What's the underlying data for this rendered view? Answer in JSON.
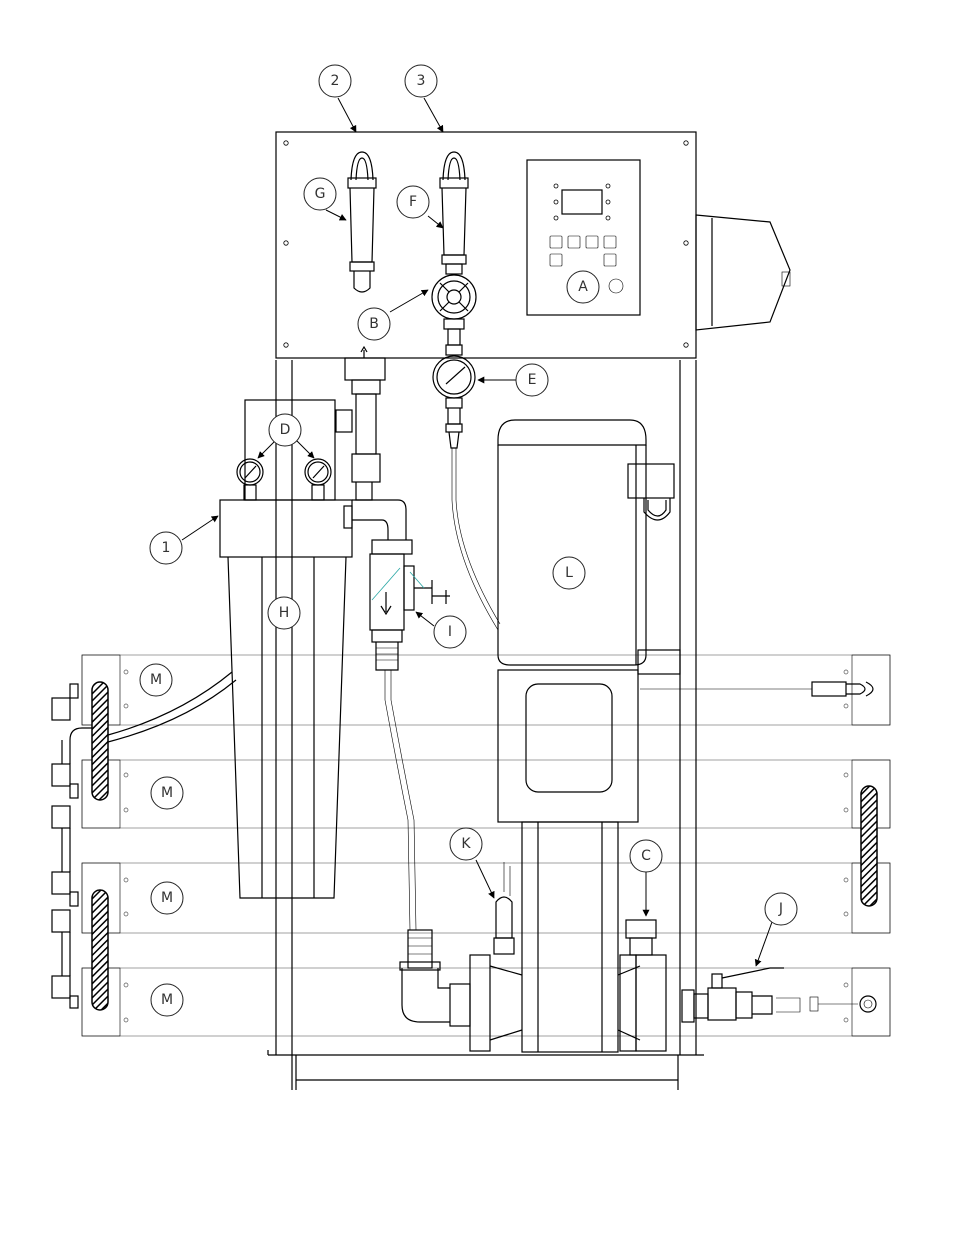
{
  "callouts": [
    {
      "id": "callout-1",
      "label": "1"
    },
    {
      "id": "callout-2",
      "label": "2"
    },
    {
      "id": "callout-3",
      "label": "3"
    },
    {
      "id": "callout-A",
      "label": "A"
    },
    {
      "id": "callout-B",
      "label": "B"
    },
    {
      "id": "callout-C",
      "label": "C"
    },
    {
      "id": "callout-D",
      "label": "D"
    },
    {
      "id": "callout-E",
      "label": "E"
    },
    {
      "id": "callout-F",
      "label": "F"
    },
    {
      "id": "callout-G",
      "label": "G"
    },
    {
      "id": "callout-H",
      "label": "H"
    },
    {
      "id": "callout-I",
      "label": "I"
    },
    {
      "id": "callout-J",
      "label": "J"
    },
    {
      "id": "callout-K",
      "label": "K"
    },
    {
      "id": "callout-L",
      "label": "L"
    },
    {
      "id": "callout-M1",
      "label": "M"
    },
    {
      "id": "callout-M2",
      "label": "M"
    },
    {
      "id": "callout-M3",
      "label": "M"
    },
    {
      "id": "callout-M4",
      "label": "M"
    }
  ]
}
